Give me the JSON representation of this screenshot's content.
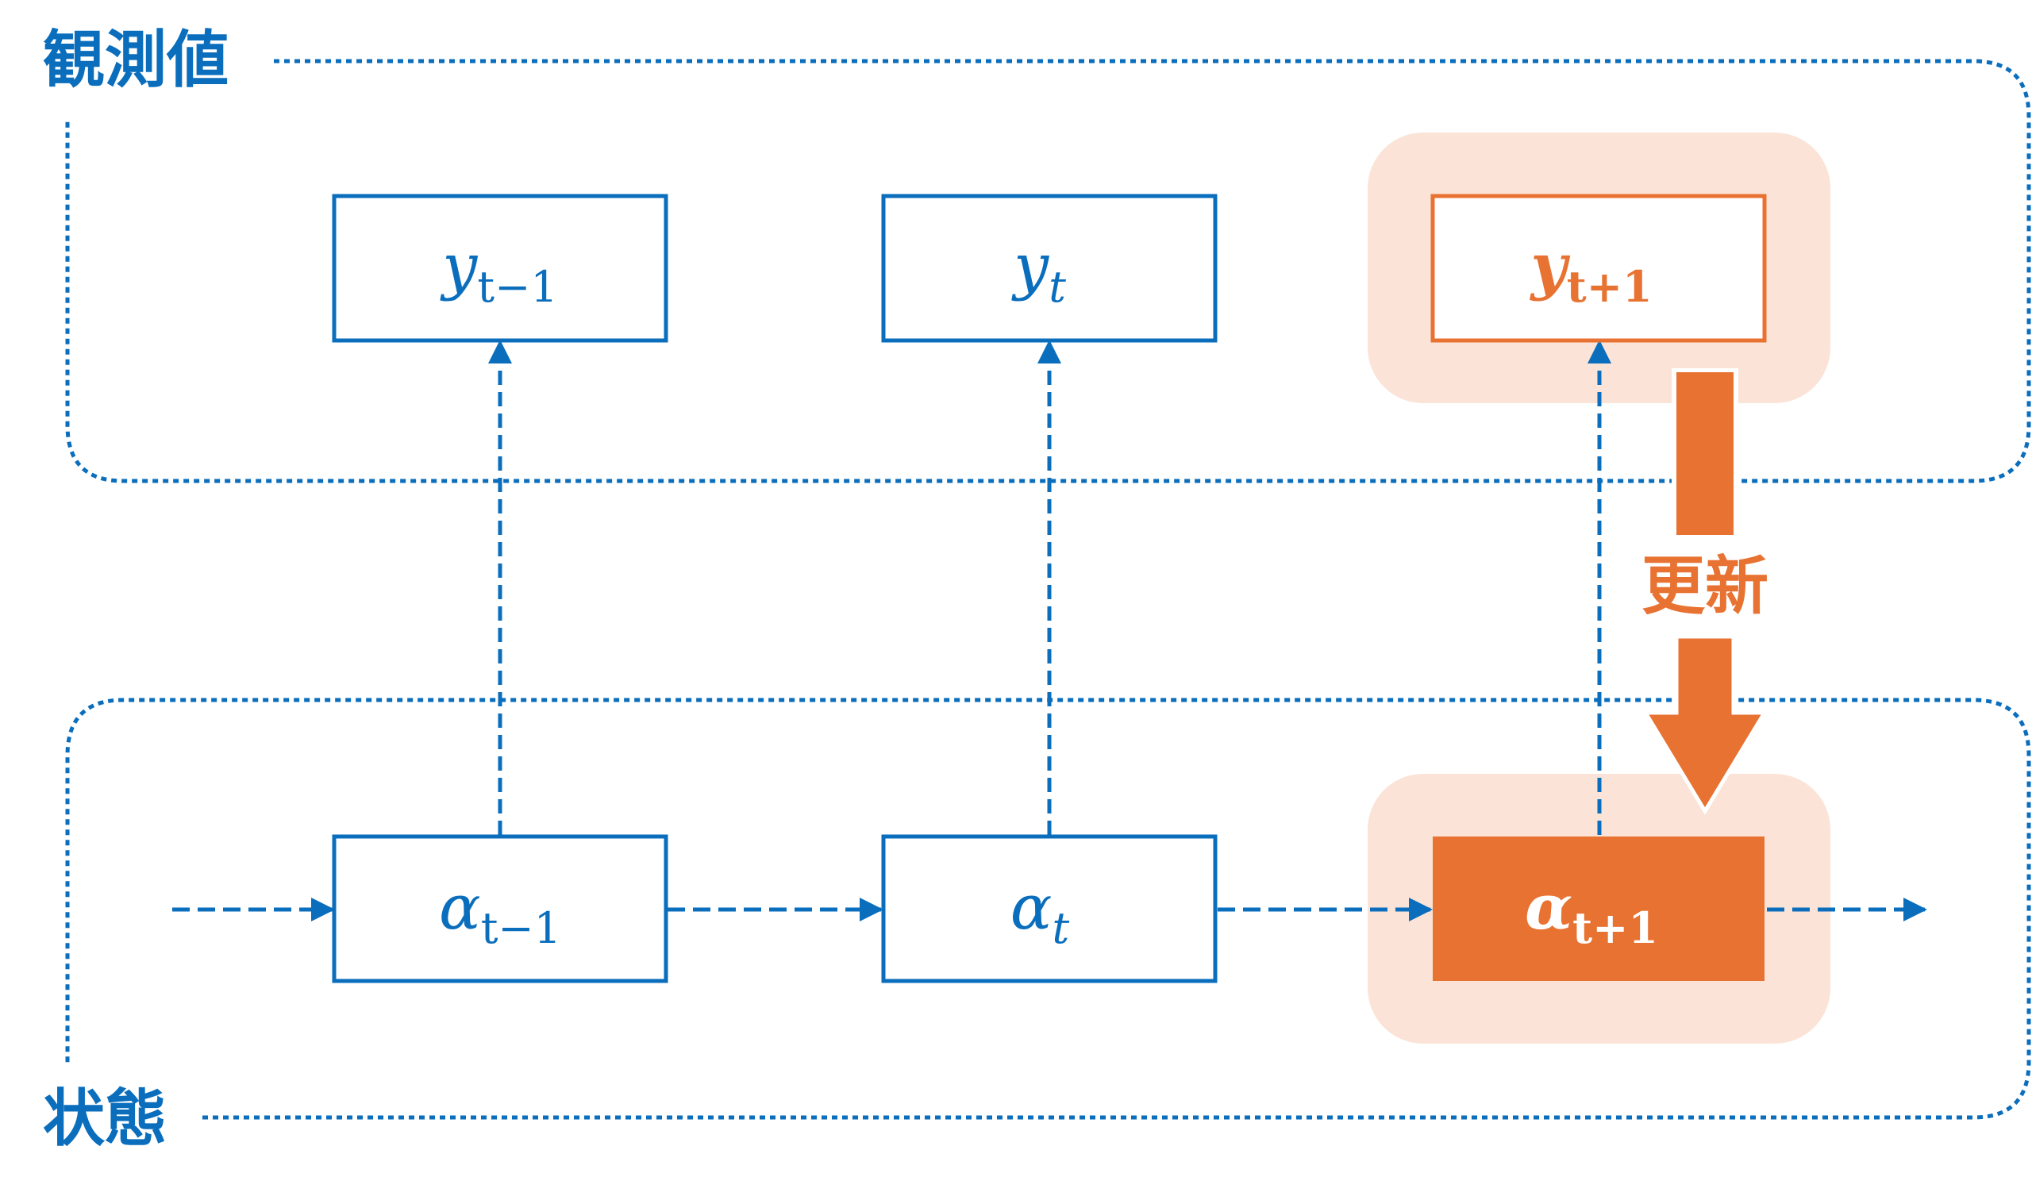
{
  "groups": {
    "observation": {
      "label": "観測値"
    },
    "state": {
      "label": "状態"
    }
  },
  "observations": [
    {
      "base": "y",
      "sub": "t−1",
      "highlighted": false
    },
    {
      "base": "y",
      "sub": "t",
      "highlighted": false
    },
    {
      "base": "y",
      "sub": "t+1",
      "highlighted": true
    }
  ],
  "states": [
    {
      "base": "α",
      "sub": "t−1",
      "highlighted": false
    },
    {
      "base": "α",
      "sub": "t",
      "highlighted": false
    },
    {
      "base": "α",
      "sub": "t+1",
      "highlighted": true
    }
  ],
  "update_arrow": {
    "label": "更新"
  },
  "colors": {
    "blue": "#0a6ebd",
    "orange": "#e87232",
    "highlight": "#fbe4d7",
    "white": "#ffffff"
  }
}
